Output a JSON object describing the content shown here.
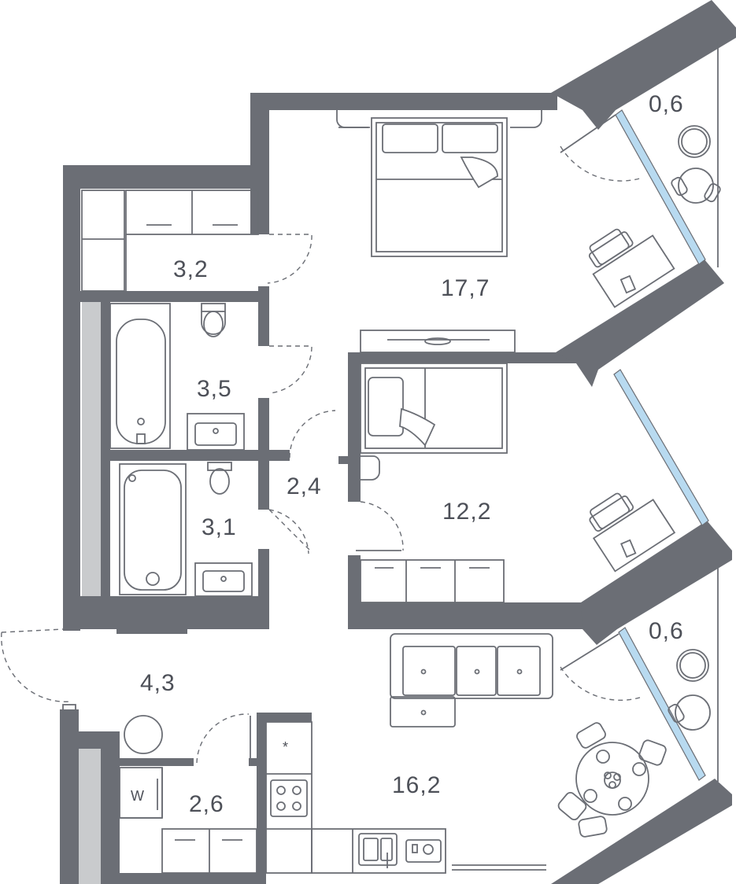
{
  "rooms": {
    "bedroom_main_area": "17,7",
    "balcony_top_area": "0,6",
    "storage_area": "3,2",
    "bathroom_1_area": "3,5",
    "hall_area": "2,4",
    "bedroom_2_area": "12,2",
    "bathroom_2_area": "3,1",
    "entrance_area": "4,3",
    "laundry_area": "2,6",
    "living_kitchen_area": "16,2",
    "balcony_bottom_area": "0,6"
  },
  "appliances": {
    "washer_label": "W",
    "fridge_symbol": "*"
  },
  "colors": {
    "wall": "#6b6e75",
    "glass": "#b8daf0",
    "text": "#4d5058",
    "shaft": "#c9cbcd"
  }
}
